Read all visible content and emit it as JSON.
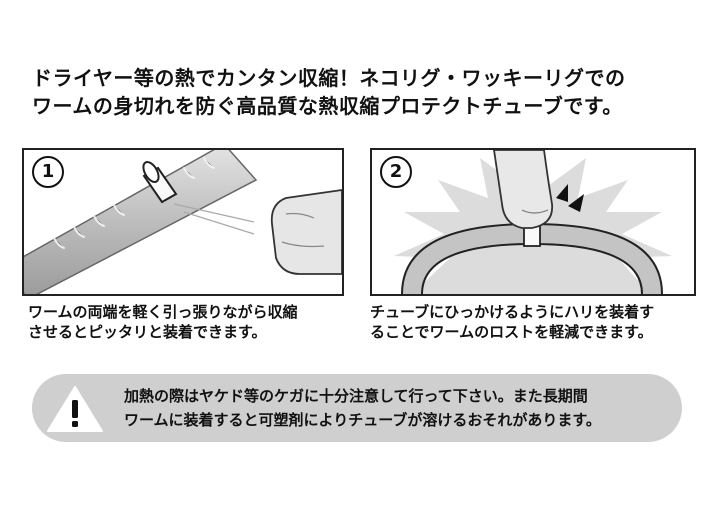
{
  "headline": {
    "line1": "ドライヤー等の熱でカンタン収縮！ネコリグ・ワッキーリグでの",
    "line2": "ワームの身切れを防ぐ高品質な熱収縮プロテクトチューブです。"
  },
  "steps": [
    {
      "number": "1",
      "caption_line1": "ワームの両端を軽く引っ張りながら収縮",
      "caption_line2": "させるとピッタリと装着できます。"
    },
    {
      "number": "2",
      "caption_line1": "チューブにひっかけるようにハリを装着す",
      "caption_line2": "ることでワームのロストを軽減できます。"
    }
  ],
  "warning": {
    "icon": "exclamation-triangle-icon",
    "line1": "加熱の際はヤケド等のケガに十分注意して行って下さい。また長期間",
    "line2": "ワームに装着すると可塑剤によりチューブが溶けるおそれがあります。"
  },
  "colors": {
    "warning_background": "#cfcfcf",
    "worm_gray": "#c4c4c4",
    "burst_gray": "#dcdcdc"
  }
}
